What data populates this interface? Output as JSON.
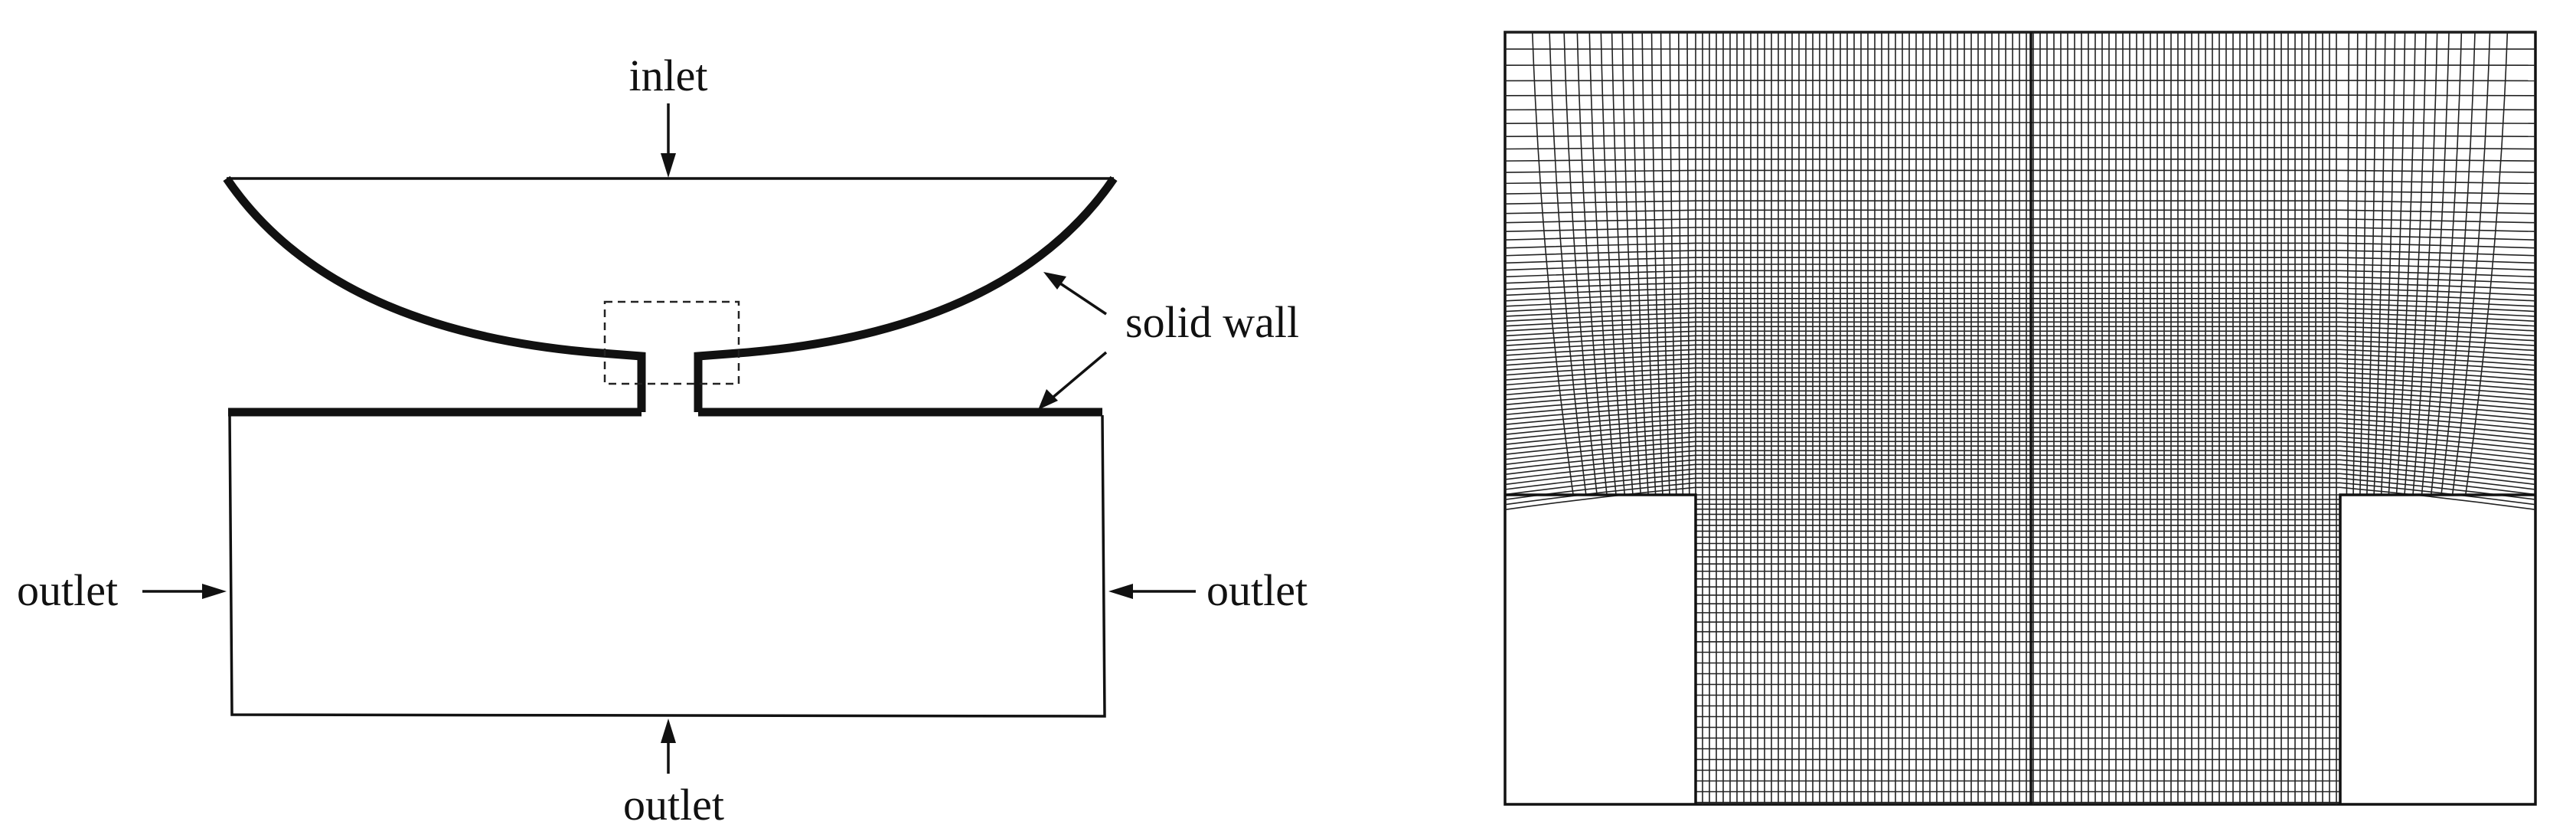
{
  "labels": {
    "inlet": "inlet",
    "solid_wall": "solid wall",
    "outlet_left": "outlet",
    "outlet_right": "outlet",
    "outlet_bottom": "outlet"
  },
  "colors": {
    "line": "#111111",
    "background": "#ffffff"
  }
}
